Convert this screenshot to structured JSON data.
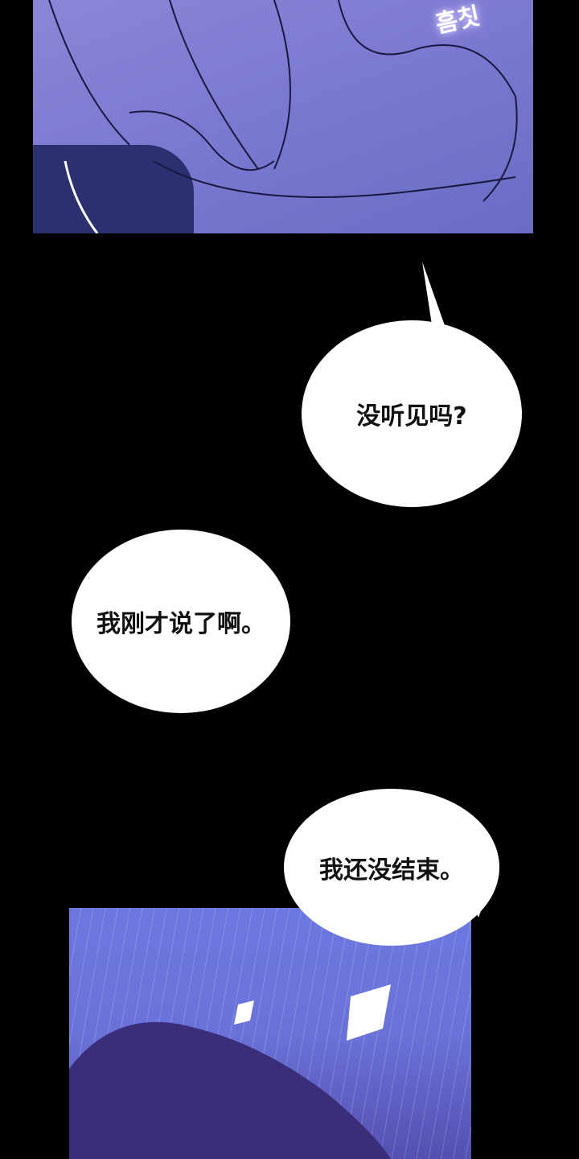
{
  "sfx": {
    "text": "흠칫"
  },
  "bubbles": [
    {
      "text": "没听见吗?"
    },
    {
      "text": "我刚才说了啊。"
    },
    {
      "text": "我还没结束。"
    }
  ]
}
